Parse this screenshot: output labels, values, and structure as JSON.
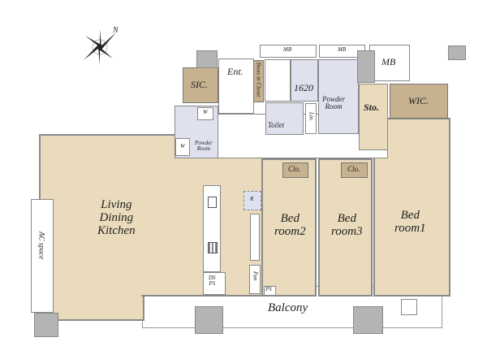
{
  "compass": {
    "north_label": "N"
  },
  "rooms": {
    "ldk": [
      "Living",
      "Dining",
      "Kitchen"
    ],
    "ac_space": "AC space",
    "sic": "SIC.",
    "ent": "Ent.",
    "shoes_closet": "Shoes in Closet",
    "bath": "1620",
    "powder_left": [
      "Powder",
      "Room"
    ],
    "powder_right": [
      "Powder",
      "Room"
    ],
    "toilet": "Toilet",
    "lin": "Lin.",
    "w1": "W",
    "w2": "W",
    "sto": "Sto.",
    "wic": "WIC.",
    "mb1": "MB",
    "mb2": "MB",
    "mb3": "MB",
    "clo1": "Clo.",
    "clo2": "Clo.",
    "bed2": [
      "Bed",
      "room2"
    ],
    "bed3": [
      "Bed",
      "room3"
    ],
    "bed1": [
      "Bed",
      "room1"
    ],
    "r": "R",
    "ds": "DS",
    "ps": "PS",
    "ps2": "PS",
    "pan": "Pan",
    "balcony": "Balcony"
  },
  "colors": {
    "living": "#e9dbbb",
    "storage": "#c6b28f",
    "wet": "#dfe2ee",
    "column": "#b4b4b4"
  }
}
